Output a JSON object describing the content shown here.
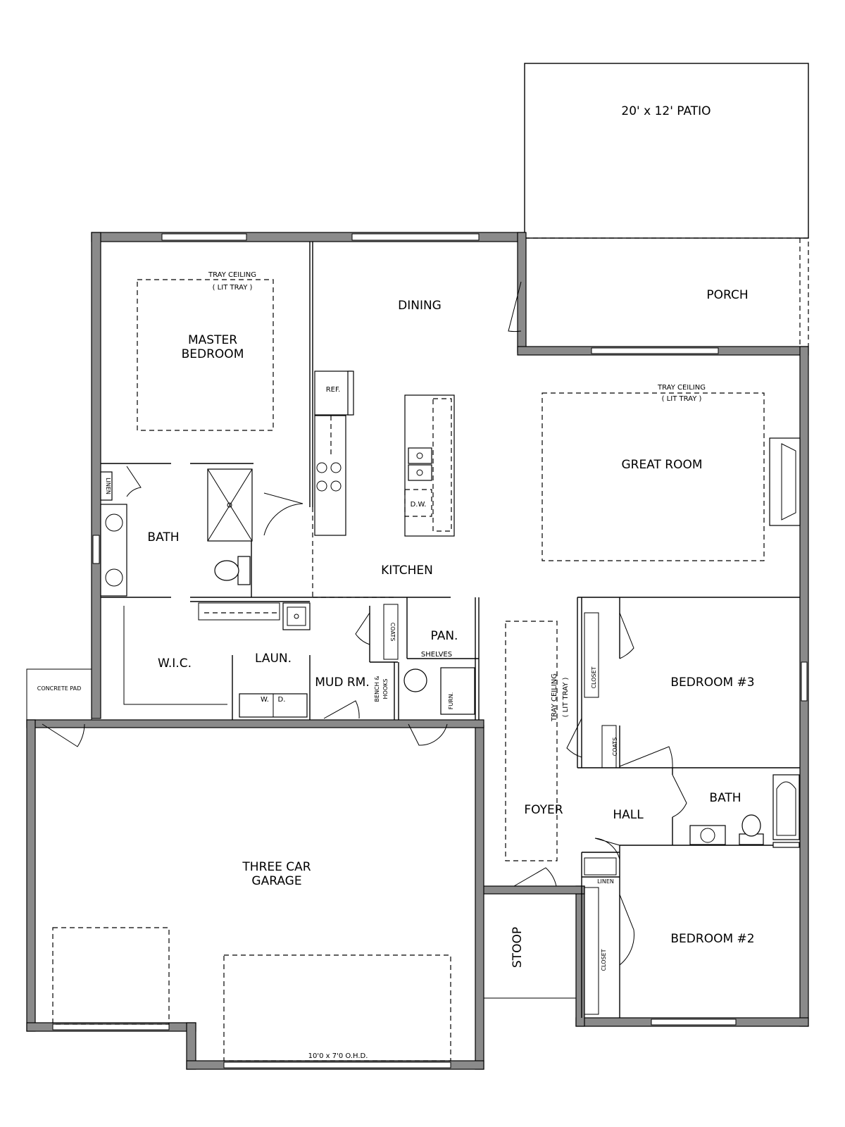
{
  "rooms": {
    "patio": "20' x 12' PATIO",
    "porch": "PORCH",
    "dining": "DINING",
    "master_line1": "MASTER",
    "master_line2": "BEDROOM",
    "great_room": "GREAT ROOM",
    "bath_master": "BATH",
    "kitchen": "KITCHEN",
    "wic": "W.I.C.",
    "laundry": "LAUN.",
    "mud_room": "MUD RM.",
    "pantry": "PAN.",
    "shelves": "SHELVES",
    "bedroom3": "BEDROOM #3",
    "bath2": "BATH",
    "foyer": "FOYER",
    "hall": "HALL",
    "garage_line1": "THREE CAR",
    "garage_line2": "GARAGE",
    "stoop": "STOOP",
    "bedroom2": "BEDROOM #2",
    "concrete_pad": "CONCRETE PAD"
  },
  "notes": {
    "tray_ceiling": "TRAY CEILING",
    "lit_tray": "( LIT TRAY )",
    "garage_door": "10'0 x 7'0 O.H.D.",
    "bench_hooks_1": "BENCH &",
    "bench_hooks_2": "HOOKS"
  },
  "fixtures": {
    "ref": "REF.",
    "dw": "D.W.",
    "linen": "LINEN",
    "coats": "COATS",
    "closet": "CLOSET",
    "furn": "FURN.",
    "washer": "W.",
    "dryer": "D."
  }
}
